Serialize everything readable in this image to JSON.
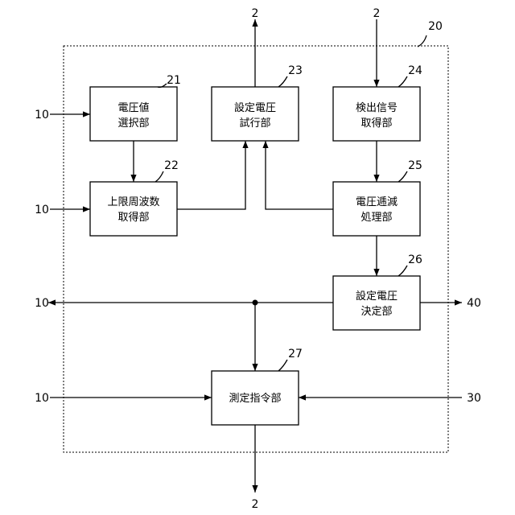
{
  "unit": {
    "ref": "20"
  },
  "blocks": {
    "b21": {
      "ref": "21",
      "line1": "電圧値",
      "line2": "選択部"
    },
    "b22": {
      "ref": "22",
      "line1": "上限周波数",
      "line2": "取得部"
    },
    "b23": {
      "ref": "23",
      "line1": "設定電圧",
      "line2": "試行部"
    },
    "b24": {
      "ref": "24",
      "line1": "検出信号",
      "line2": "取得部"
    },
    "b25": {
      "ref": "25",
      "line1": "電圧逓減",
      "line2": "処理部"
    },
    "b26": {
      "ref": "26",
      "line1": "設定電圧",
      "line2": "決定部"
    },
    "b27": {
      "ref": "27",
      "line1": "測定指令部"
    }
  },
  "ports": {
    "top_out_23": "2",
    "top_in_24": "2",
    "left_in_21": "10",
    "left_in_22": "10",
    "left_out": "10",
    "left_in_27": "10",
    "right_out_26": "40",
    "right_in_27": "30",
    "bottom_out_27": "2"
  }
}
